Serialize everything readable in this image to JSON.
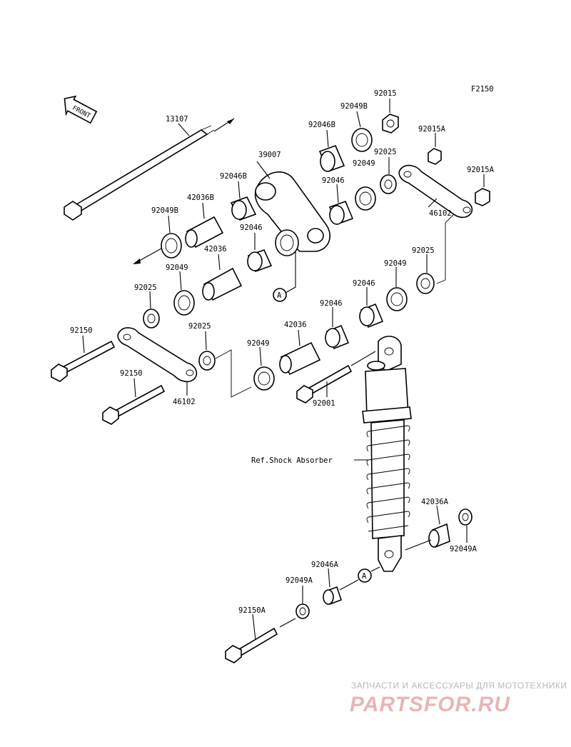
{
  "diagram_code": "F2150",
  "front_label": "FRONT",
  "shock_reference": "Ref.Shock Absorber",
  "callout_mark": "A",
  "watermark": {
    "tagline": "ЗАПЧАСТИ И АКСЕССУАРЫ ДЛЯ МОТОТЕХНИКИ",
    "brand": "PARTSFOR.RU"
  },
  "part_labels": {
    "p13107": "13107",
    "p39007": "39007",
    "p92015": "92015",
    "p92049B_top": "92049B",
    "p92046B_top": "92046B",
    "p92015A_1": "92015A",
    "p92025_top": "92025",
    "p92049_top": "92049",
    "p92015A_2": "92015A",
    "p92046_top": "92046",
    "p46102_right": "46102",
    "p92046B_left": "92046B",
    "p42036B": "42036B",
    "p92049B_left": "92049B",
    "p92046_mid": "92046",
    "p42036_upper": "42036",
    "p92025_right": "92025",
    "p92049_right": "92049",
    "p92049_left": "92049",
    "p92025_left": "92025",
    "p92046_low1": "92046",
    "p92046_low2": "92046",
    "p92150_1": "92150",
    "p92025_low": "92025",
    "p42036_lower": "42036",
    "p92049_low": "92049",
    "p92150_2": "92150",
    "p46102_left": "46102",
    "p92001": "92001",
    "p42036A": "42036A",
    "p92049A_right": "92049A",
    "p92046A": "92046A",
    "p92049A_low": "92049A",
    "p92150A": "92150A"
  }
}
